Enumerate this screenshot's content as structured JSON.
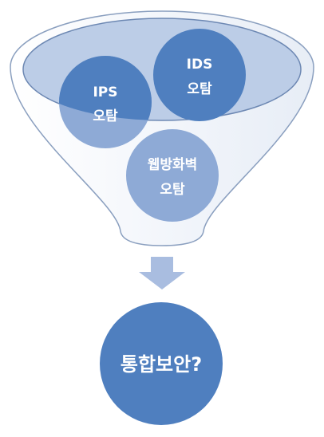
{
  "funnel": {
    "items": [
      {
        "line1": "IPS",
        "line2": "오탐"
      },
      {
        "line1": "IDS",
        "line2": "오탐"
      },
      {
        "line1": "웹방화벽",
        "line2": "오탐"
      }
    ]
  },
  "result": {
    "label": "통합보안?"
  },
  "colors": {
    "dark_blue": "#4f7fbf",
    "light_blue": "#8eaad6",
    "arrow": "#a9bde0",
    "ellipse_fill": "#bccde7",
    "funnel_stroke": "#8a9fbf"
  }
}
